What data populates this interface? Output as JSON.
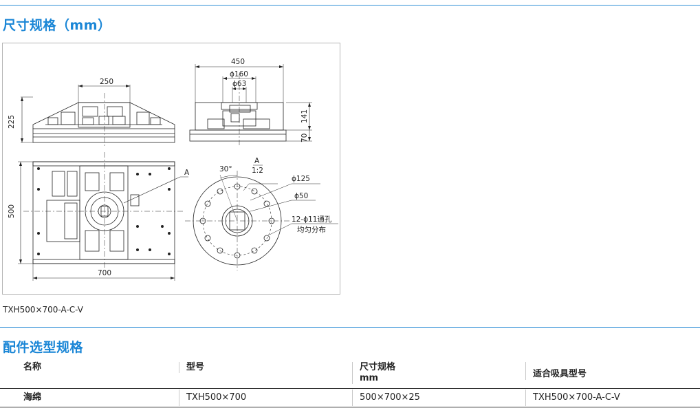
{
  "section_dimensions": {
    "title": "尺寸规格（mm）"
  },
  "drawing": {
    "dims": {
      "front_width_top": "250",
      "front_height": "225",
      "side_width": "450",
      "side_d160": "ϕ160",
      "side_d63": "ϕ63",
      "side_h141": "141",
      "side_h70": "70",
      "plan_height": "500",
      "plan_width": "700",
      "detail_marker": "A"
    },
    "detail": {
      "label": "A",
      "scale": "1:2",
      "angle": "30°",
      "d125": "ϕ125",
      "d50": "ϕ50",
      "holes": "12-ϕ11通孔",
      "holes_note": "均匀分布"
    }
  },
  "caption": "TXH500×700-A-C-V",
  "section_accessories": {
    "title": "配件选型规格"
  },
  "table": {
    "headers": [
      "名称",
      "型号",
      "尺寸规格",
      "适合吸具型号"
    ],
    "header_sub": [
      "",
      "",
      "mm",
      ""
    ],
    "rows": [
      [
        "海绵",
        "TXH500×700",
        "500×700×25",
        "TXH500×700-A-C-V"
      ]
    ]
  },
  "colors": {
    "accent": "#1a86d6",
    "rule": "#2f8fd6"
  }
}
